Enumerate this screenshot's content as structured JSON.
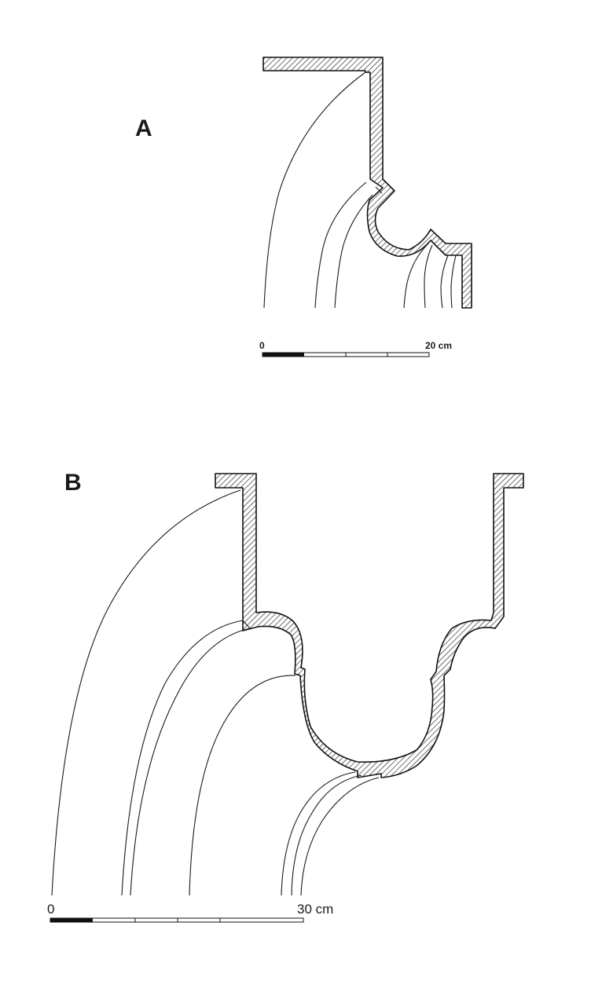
{
  "panels": [
    {
      "label": "A",
      "scale": {
        "start_label": "0",
        "end_label": "20 cm"
      }
    },
    {
      "label": "B",
      "scale": {
        "start_label": "0",
        "end_label": "30 cm"
      }
    }
  ]
}
